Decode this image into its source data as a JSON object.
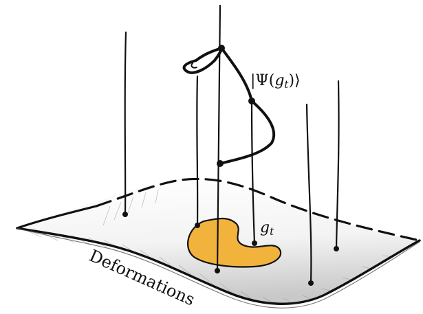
{
  "diagram": {
    "labels": {
      "state": "|Ψ(g_t)⟩",
      "state_parts": {
        "open_bar": "|",
        "psi": "Ψ",
        "paren_open": "(",
        "g": "g",
        "sub_t": "t",
        "paren_close": ")",
        "ket": "⟩"
      },
      "region": "g_t",
      "region_parts": {
        "g": "g",
        "sub_t": "t"
      },
      "surface": "Deformations"
    },
    "colors": {
      "ink": "#111111",
      "region_fill": "#f2b33d",
      "surface_light": "#f1f1f1",
      "surface_shade": "#9a9a9a"
    }
  }
}
